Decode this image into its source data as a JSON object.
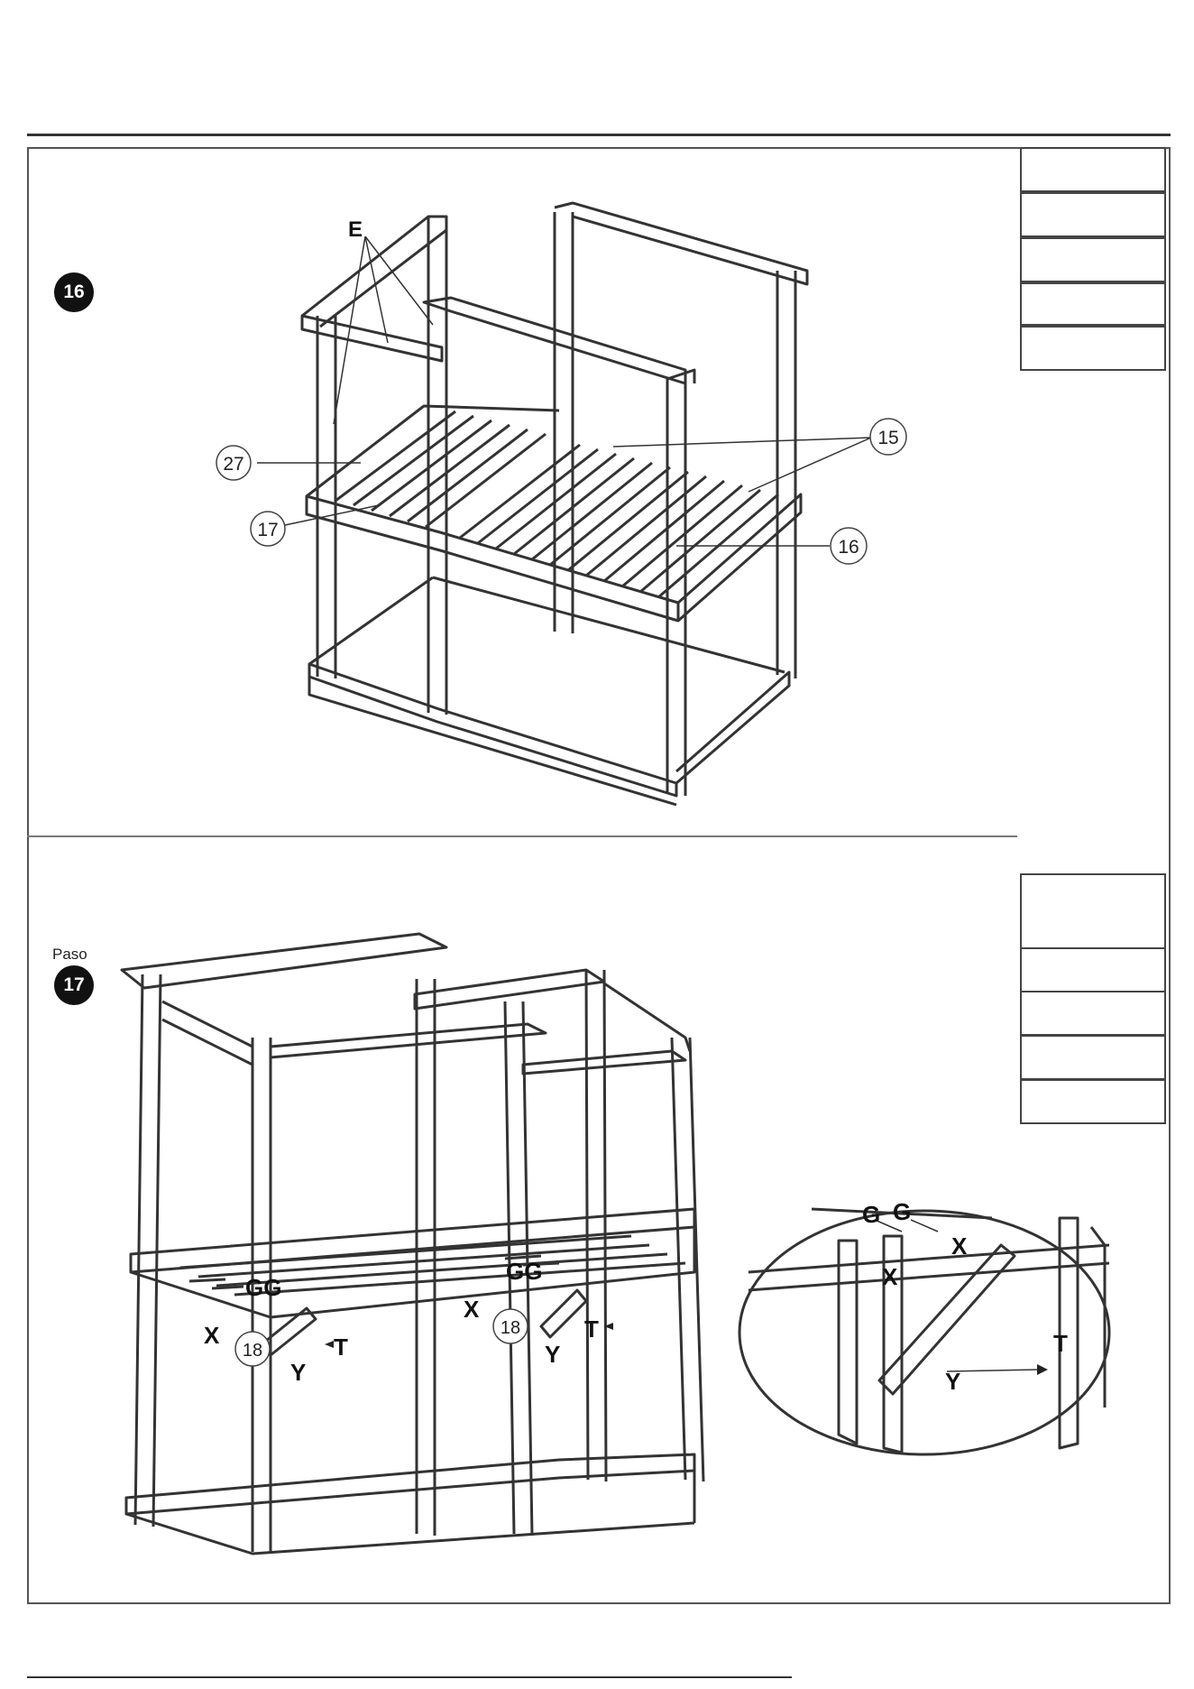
{
  "step16": {
    "badge": "16"
  },
  "step17": {
    "paso": "Paso",
    "badge": "17"
  },
  "labels16": {
    "e": "E",
    "p27": "27",
    "p17": "17",
    "p15": "15",
    "p16": "16"
  },
  "labels17": {
    "gg": "GG",
    "x": "X",
    "p18": "18",
    "y": "Y",
    "t": "T",
    "g": "G"
  }
}
